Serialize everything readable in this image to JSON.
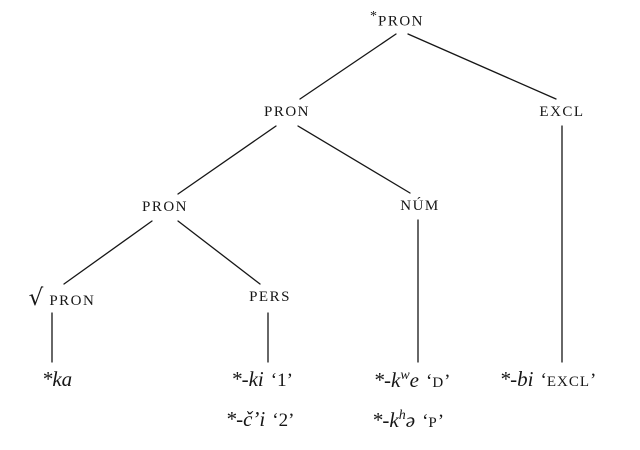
{
  "tree": {
    "nodes": {
      "root": {
        "star": "*",
        "label": "PRON"
      },
      "pron_l2": {
        "label": "PRON"
      },
      "excl": {
        "label": "EXCL"
      },
      "pron_l3": {
        "label": "PRON"
      },
      "num": {
        "label": "NÚM"
      },
      "root_pron": {
        "radical": "√",
        "label": "PRON"
      },
      "pers": {
        "label": "PERS"
      }
    },
    "leaves": {
      "ka": {
        "morph": "*ka"
      },
      "ki": {
        "morph": "*-ki",
        "gloss": "‘1’"
      },
      "chi": {
        "morph": "*-č’i",
        "gloss": "‘2’"
      },
      "kwe": {
        "morph_pre": "*-k",
        "sup": "w",
        "morph_post": "e",
        "gloss_open": "‘",
        "gloss_core": "D",
        "gloss_close": "’"
      },
      "kha": {
        "morph_pre": "*-k",
        "sup": "h",
        "morph_post": "ə",
        "gloss_open": "‘",
        "gloss_core": "P",
        "gloss_close": "’"
      },
      "bi": {
        "morph": "*-bi",
        "gloss_open": "‘",
        "gloss_core": "EXCL",
        "gloss_close": "’"
      }
    }
  }
}
